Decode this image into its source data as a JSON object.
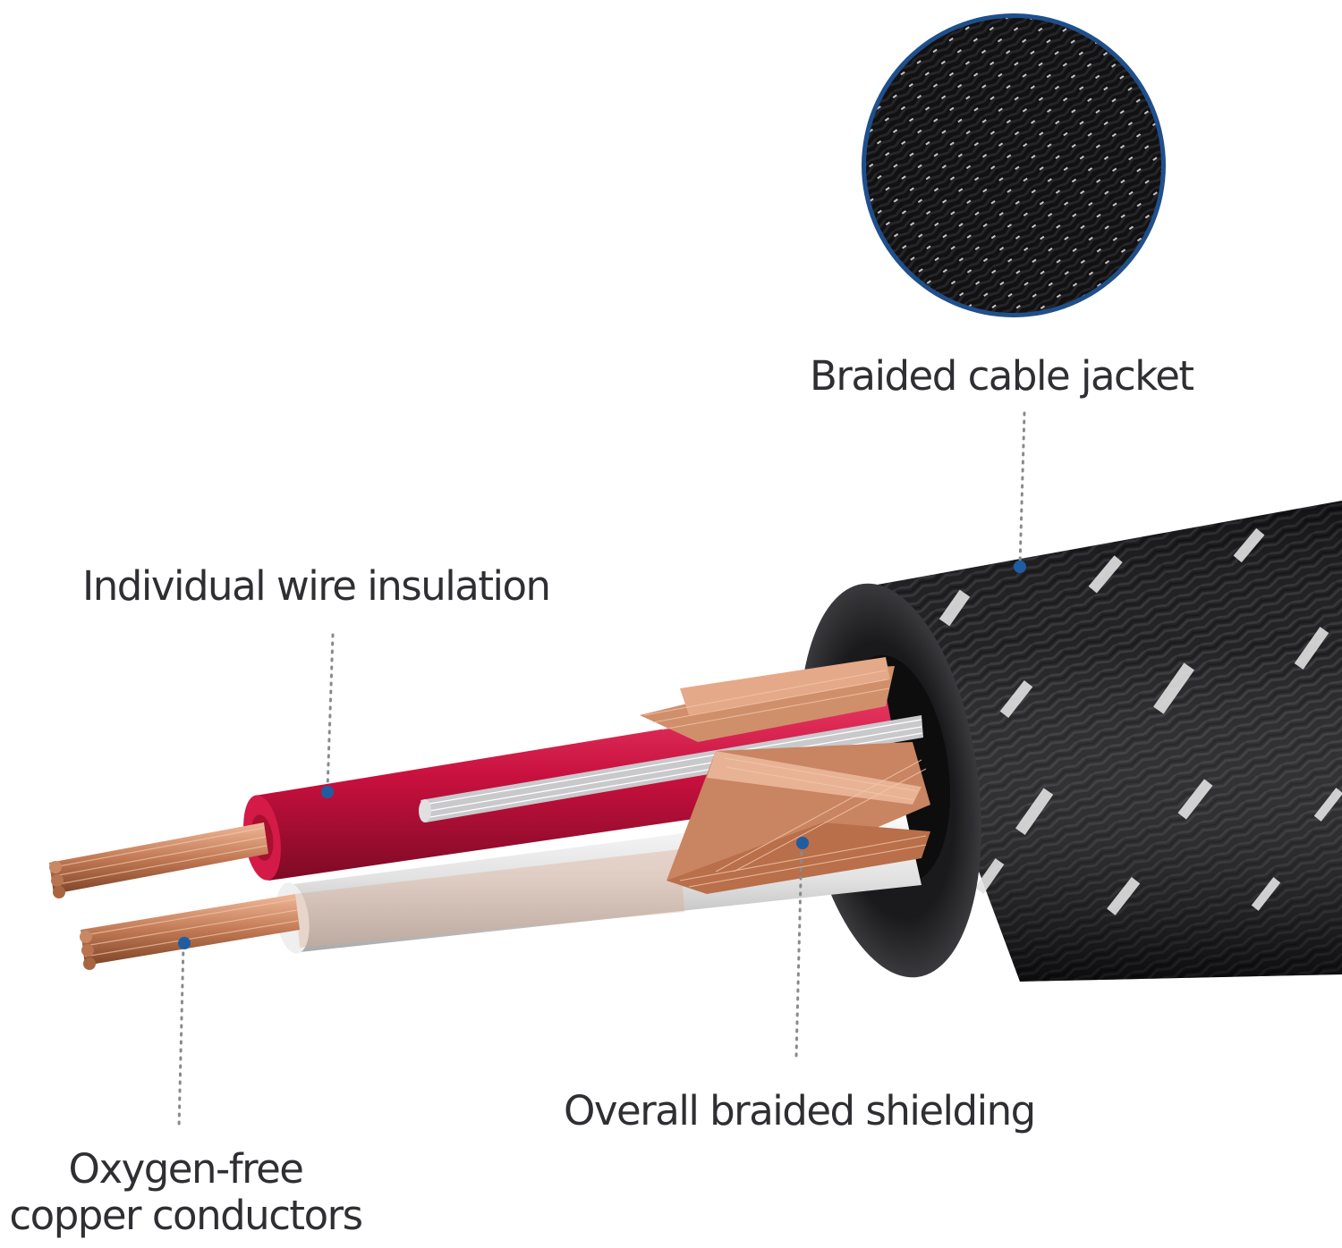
{
  "labels": {
    "jacket": "Braided cable jacket",
    "insulation": "Individual wire insulation",
    "shielding": "Overall braided shielding",
    "conductors_line1": "Oxygen-free",
    "conductors_line2": "copper conductors"
  },
  "colors": {
    "marker": "#1f5da3",
    "leader": "#8a8a8a",
    "text": "#2f2f33",
    "jacket": "#141416",
    "insulation_red": "#c8103e",
    "insulation_white": "#e6e6e6",
    "copper": "#c27a55",
    "inset_ring": "#1f4f8c"
  }
}
